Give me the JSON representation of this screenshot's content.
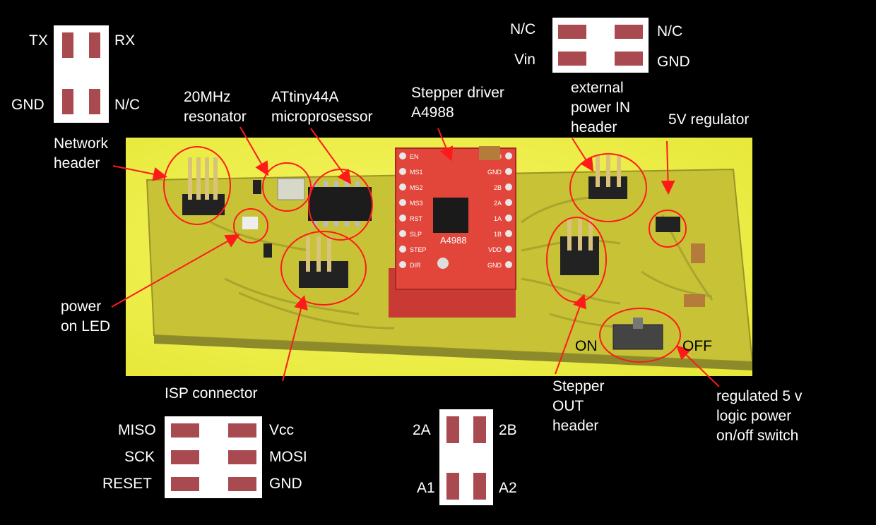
{
  "labels": {
    "network_header": "Network\nheader",
    "resonator": "20MHz\nresonator",
    "microprocessor": "ATtiny44A\nmicroprosessor",
    "stepper_driver": "Stepper driver\nA4988",
    "external_power": "external\npower IN\nheader",
    "regulator": "5V regulator",
    "power_led": "power\non LED",
    "isp_connector": "ISP connector",
    "stepper_out": "Stepper\nOUT\nheader",
    "switch": "regulated 5 v\nlogic power\non/off switch",
    "on": "ON",
    "off": "OFF"
  },
  "network_pins": {
    "tx": "TX",
    "rx": "RX",
    "gnd": "GND",
    "nc": "N/C"
  },
  "power_pins": {
    "nc_left": "N/C",
    "nc_right": "N/C",
    "vin": "Vin",
    "gnd": "GND"
  },
  "isp_pins": {
    "miso": "MISO",
    "vcc": "Vcc",
    "sck": "SCK",
    "mosi": "MOSI",
    "reset": "RESET",
    "gnd": "GND"
  },
  "stepper_pins": {
    "p2a": "2A",
    "p2b": "2B",
    "a1": "A1",
    "a2": "A2"
  },
  "board_silkscreen": {
    "chip": "A4988",
    "pins_left": [
      "EN",
      "MS1",
      "MS2",
      "MS3",
      "RST",
      "SLP",
      "STEP",
      "DIR"
    ],
    "pins_right": [
      "VMO",
      "GND",
      "2B",
      "2A",
      "1A",
      "1B",
      "VDD",
      "GND"
    ]
  },
  "colors": {
    "pad": "#a84a4f",
    "annotation": "#ff1a1a",
    "board": "#eef04a"
  }
}
